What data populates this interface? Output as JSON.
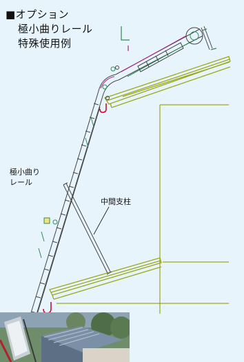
{
  "heading": {
    "line1": "■オプション",
    "line2": "極小曲りレール",
    "line3": "特殊使用例"
  },
  "labels": {
    "rail_line1": "極小曲り",
    "rail_line2": "レール",
    "support_post": "中間支柱"
  },
  "colors": {
    "background": "#e8f4fb",
    "roof_outline": "#9aa819",
    "rail_outline": "#444444",
    "hook_red": "#c8102e",
    "carriage_magenta": "#b0208c",
    "motor_green": "#2e8b57"
  }
}
